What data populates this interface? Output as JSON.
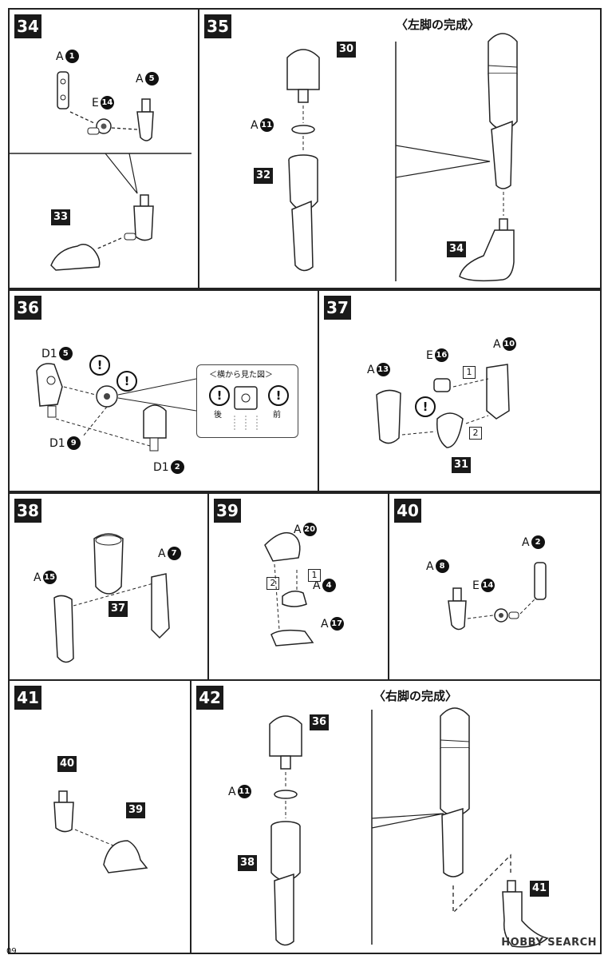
{
  "page_number": "09",
  "watermark": "HOBBY SEARCH",
  "steps": {
    "s34": {
      "number": "34",
      "parts": {
        "a1": {
          "prefix": "A",
          "num": "1"
        },
        "a5": {
          "prefix": "A",
          "num": "5"
        },
        "e14": {
          "prefix": "E",
          "num": "14"
        }
      },
      "ref": "33"
    },
    "s35": {
      "number": "35",
      "tag30": "30",
      "tag32": "32",
      "a11": {
        "prefix": "A",
        "num": "11"
      },
      "heading": "〈左脚の完成〉",
      "tag34": "34"
    },
    "s36": {
      "number": "36",
      "d15": {
        "prefix": "D1",
        "num": "5"
      },
      "d19": {
        "prefix": "D1",
        "num": "9"
      },
      "d12": {
        "prefix": "D1",
        "num": "2"
      },
      "inset_title": "＜横から見た図＞",
      "back": "後",
      "front": "前",
      "warn": "!"
    },
    "s37": {
      "number": "37",
      "a13": {
        "prefix": "A",
        "num": "13"
      },
      "e16": {
        "prefix": "E",
        "num": "16"
      },
      "a10": {
        "prefix": "A",
        "num": "10"
      },
      "order1": "1",
      "order2": "2",
      "tag31": "31",
      "warn": "!"
    },
    "s38": {
      "number": "38",
      "a15": {
        "prefix": "A",
        "num": "15"
      },
      "a7": {
        "prefix": "A",
        "num": "7"
      },
      "tag37": "37"
    },
    "s39": {
      "number": "39",
      "a20": {
        "prefix": "A",
        "num": "20"
      },
      "a4": {
        "prefix": "A",
        "num": "4"
      },
      "a17": {
        "prefix": "A",
        "num": "17"
      },
      "order1": "1",
      "order2": "2"
    },
    "s40": {
      "number": "40",
      "a8": {
        "prefix": "A",
        "num": "8"
      },
      "a2": {
        "prefix": "A",
        "num": "2"
      },
      "e14": {
        "prefix": "E",
        "num": "14"
      }
    },
    "s41": {
      "number": "41",
      "tag40": "40",
      "tag39": "39"
    },
    "s42": {
      "number": "42",
      "tag36": "36",
      "tag38": "38",
      "a11": {
        "prefix": "A",
        "num": "11"
      },
      "heading": "〈右脚の完成〉",
      "tag41": "41"
    }
  }
}
